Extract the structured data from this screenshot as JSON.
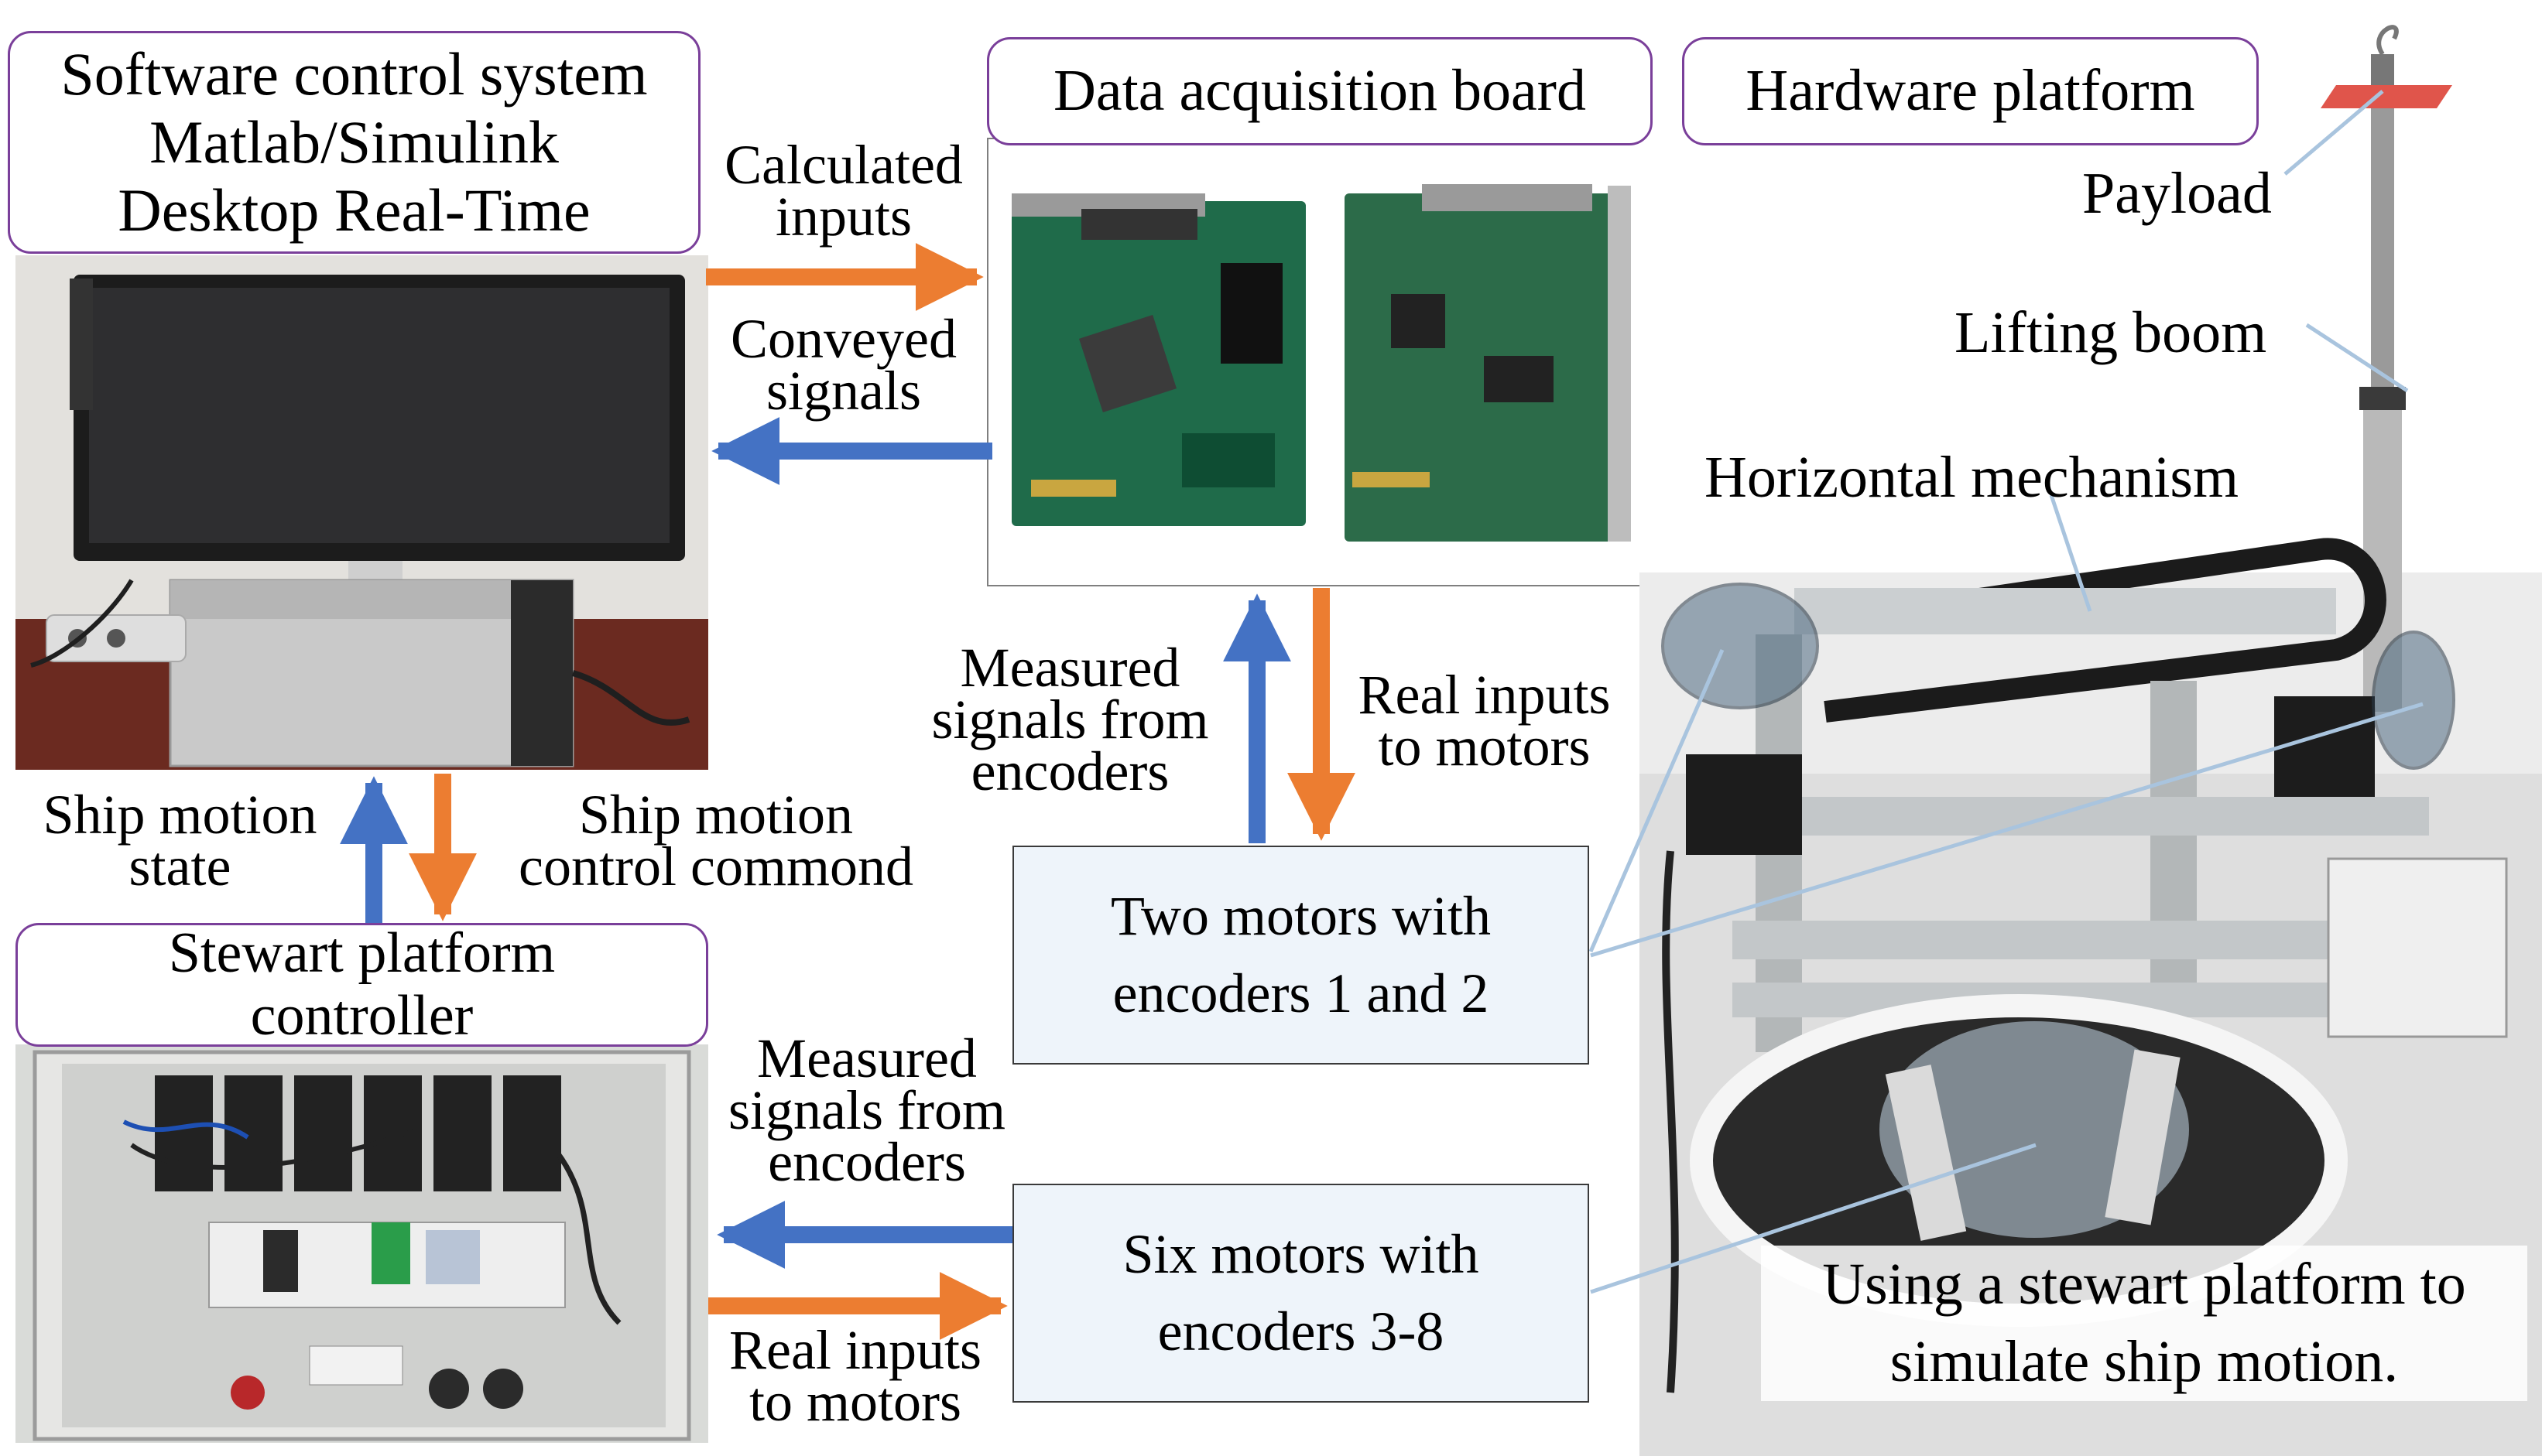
{
  "software": {
    "title_lines": [
      "Software control system",
      "Matlab/Simulink",
      "Desktop Real-Time"
    ]
  },
  "daq": {
    "title": "Data acquisition board"
  },
  "hardware": {
    "title": "Hardware platform"
  },
  "stewart_controller": {
    "lines": [
      "Stewart platform",
      "controller"
    ]
  },
  "motors_1_2": {
    "lines": [
      "Two motors with",
      "encoders 1 and 2"
    ]
  },
  "motors_3_8": {
    "lines": [
      "Six motors with",
      "encoders 3-8"
    ]
  },
  "arrows": {
    "calculated_inputs": [
      "Calculated",
      "inputs"
    ],
    "conveyed_signals": [
      "Conveyed",
      "signals"
    ],
    "ship_motion_state": [
      "Ship motion",
      "state"
    ],
    "ship_motion_control": [
      "Ship motion",
      "control commond"
    ],
    "measured_top": [
      "Measured",
      "signals from",
      "encoders"
    ],
    "real_inputs_top": [
      "Real inputs",
      "to motors"
    ],
    "measured_bottom": [
      "Measured",
      "signals from",
      "encoders"
    ],
    "real_inputs_bottom": [
      "Real inputs",
      "to motors"
    ]
  },
  "hardware_labels": {
    "payload": "Payload",
    "lifting_boom": "Lifting boom",
    "horizontal_mechanism": "Horizontal mechanism",
    "stewart_caption": [
      "Using a stewart platform to",
      "simulate ship motion."
    ]
  },
  "colors": {
    "orange_arrow": "#ec7d31",
    "blue_arrow": "#4472c4",
    "label_border": "#7a3f9a",
    "pointer_line": "#a9c4de"
  }
}
